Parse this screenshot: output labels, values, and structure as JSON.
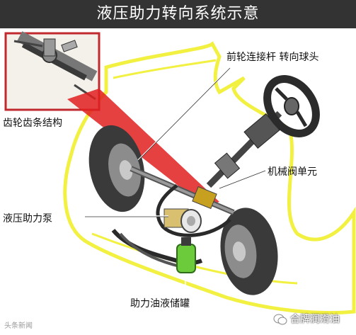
{
  "title": "液压助力转向系统示意",
  "labels": {
    "tie_rod": "前轮连接杆 转向球头",
    "rack_pinion": "齿轮齿条结构",
    "valve_unit": "机械阀单元",
    "pump": "液压助力泵",
    "reservoir": "助力油液储罐"
  },
  "watermarks": {
    "left": "头条新闻",
    "right": "合牌润滑油"
  },
  "colors": {
    "title_bg": "#333333",
    "highlight_red": "#e02020",
    "body_outline_yellow": "#f2f040",
    "reservoir_green": "#6ccb3a"
  }
}
